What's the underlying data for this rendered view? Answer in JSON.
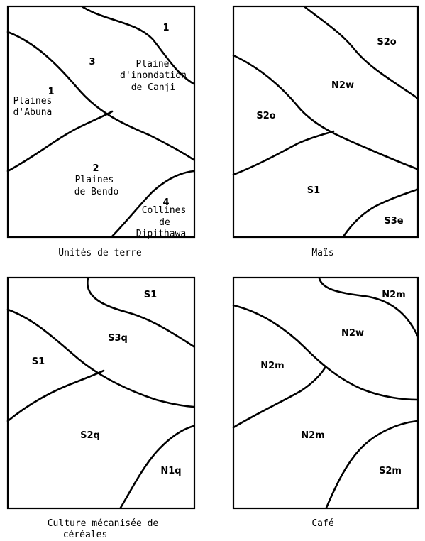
{
  "maps": {
    "units": {
      "caption": "Unités de terre",
      "n1a": "1",
      "n1b": "1",
      "plaines": "Plaines",
      "abuna": "d'Abuna",
      "n3": "3",
      "plaine": "Plaine",
      "inondation": "d'inondation",
      "canji": "de Canji",
      "n2": "2",
      "plaines2": "Plaines",
      "bendo": "de Bendo",
      "n4": "4",
      "collines": "Collines",
      "de": "de",
      "dipithawa": "Dipithawa"
    },
    "mais": {
      "caption": "Maïs",
      "top_right": "S2o",
      "center": "N2w",
      "left": "S2o",
      "bottom": "S1",
      "bottom_right": "S3e"
    },
    "cereales": {
      "caption_line1": "Culture mécanisée de",
      "caption_line2": "céréales",
      "top_right": "S1",
      "center": "S3q",
      "left": "S1",
      "bottom": "S2q",
      "bottom_right": "N1q"
    },
    "cafe": {
      "caption": "Café",
      "top_right": "N2m",
      "center": "N2w",
      "left": "N2m",
      "bottom": "N2m",
      "bottom_right": "S2m"
    }
  }
}
